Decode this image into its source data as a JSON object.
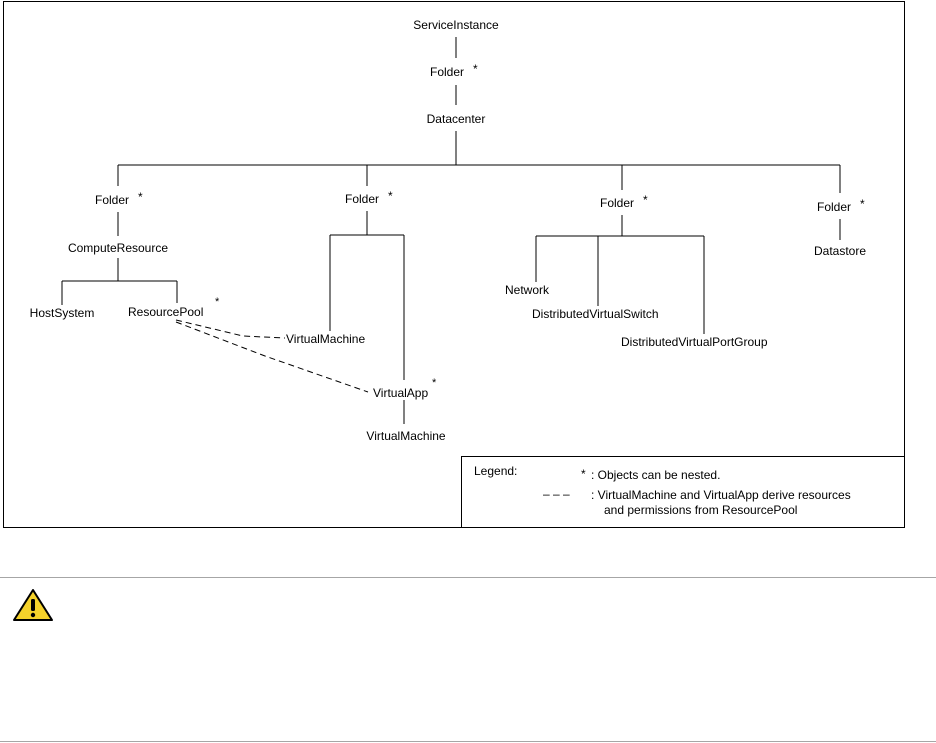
{
  "nodes": {
    "service_instance": "ServiceInstance",
    "folder_root": "Folder",
    "datacenter": "Datacenter",
    "folder_host": "Folder",
    "compute_resource": "ComputeResource",
    "host_system": "HostSystem",
    "resource_pool": "ResourcePool",
    "folder_vm": "Folder",
    "virtual_machine_1": "VirtualMachine",
    "virtual_app": "VirtualApp",
    "virtual_machine_2": "VirtualMachine",
    "folder_network": "Folder",
    "network": "Network",
    "distributed_virtual_switch": "DistributedVirtualSwitch",
    "distributed_virtual_portgroup": "DistributedVirtualPortGroup",
    "folder_datastore": "Folder",
    "datastore": "Datastore",
    "nested_marker": "*"
  },
  "legend": {
    "title": "Legend:",
    "star_symbol": "*",
    "star_text": ": Objects can be nested.",
    "dash_symbol": "– – –",
    "dash_text_line1": ": VirtualMachine and VirtualApp derive resources",
    "dash_text_line2": "and permissions from ResourcePool"
  },
  "icons": {
    "warning": "warning-icon"
  }
}
